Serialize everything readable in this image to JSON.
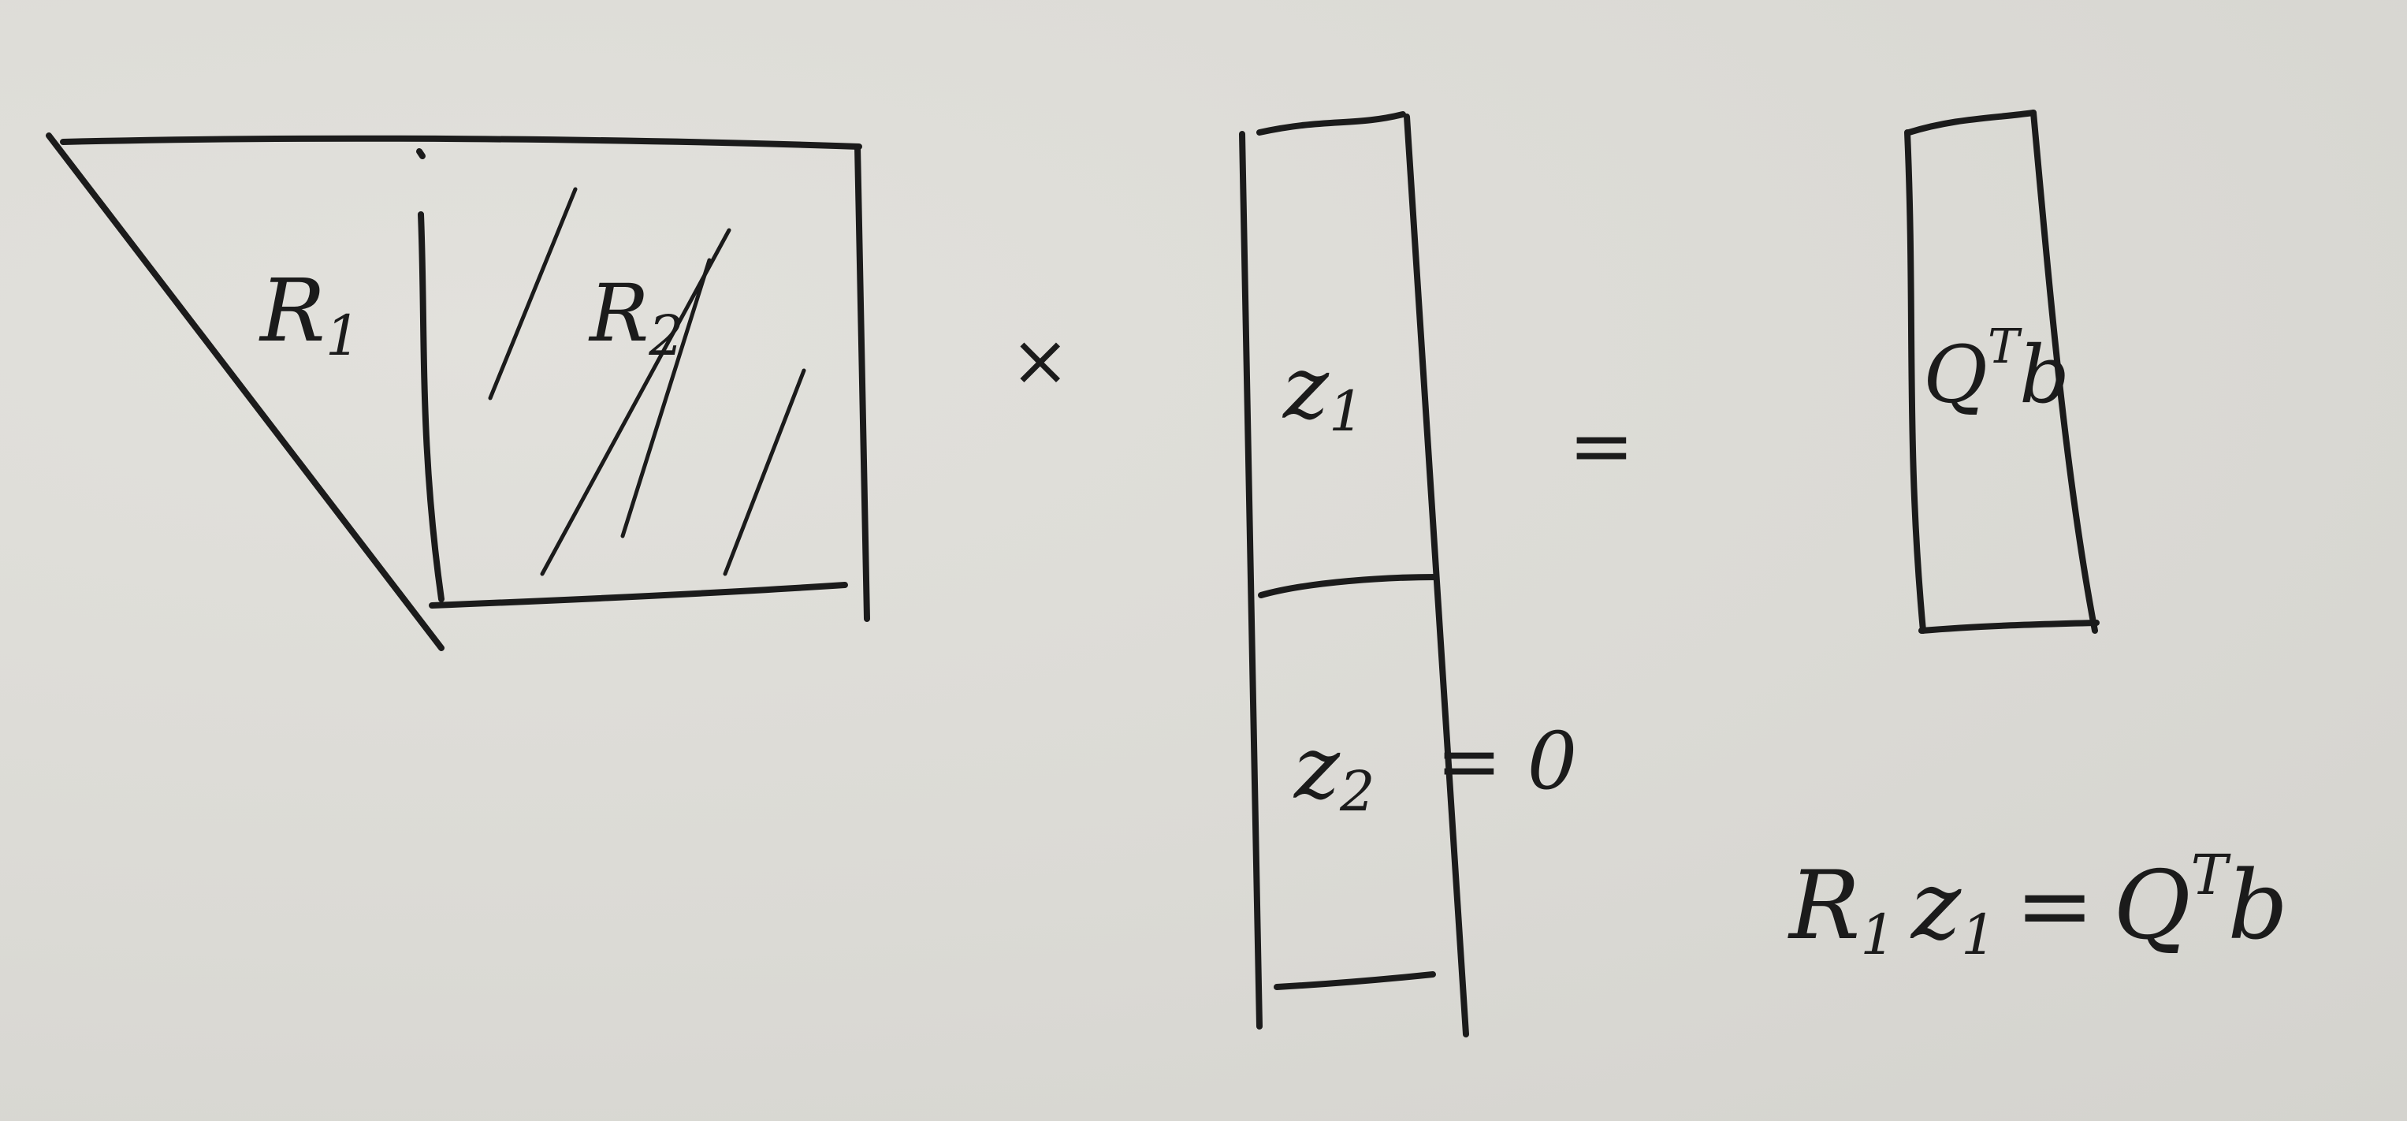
{
  "matrix": {
    "r1_label": "R",
    "r1_sub": "1",
    "r2_label": "R",
    "r2_sub": "2"
  },
  "operators": {
    "times": "×",
    "equals": "="
  },
  "vector_z": {
    "z1_label": "z",
    "z1_sub": "1",
    "z2_label": "z",
    "z2_sub": "2",
    "z2_value": "= 0"
  },
  "vector_qtb": {
    "label": "Q",
    "sup": "T",
    "tail": "b"
  },
  "equation": {
    "r_label": "R",
    "r_sub": "1",
    "z_label": "z",
    "z_sub": "1",
    "equals": "=",
    "q_label": "Q",
    "q_sup": "T",
    "b_label": "b"
  }
}
